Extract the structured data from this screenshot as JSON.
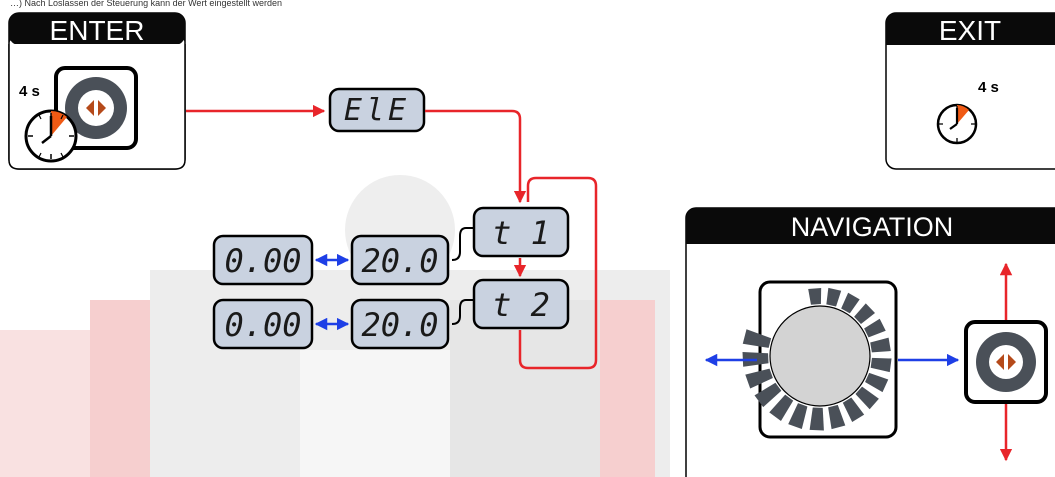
{
  "header_note": "…) Nach Loslassen der Steuerung kann der Wert eingestellt werden",
  "enter_panel": {
    "title": "ENTER",
    "hold_time": "4 s"
  },
  "exit_panel": {
    "title": "EXIT",
    "hold_time": "4 s"
  },
  "navigation_panel": {
    "title": "NAVIGATION"
  },
  "menu_display": "ElE",
  "parameters": [
    {
      "name": "t 1",
      "value": "20.0",
      "min": "0.00"
    },
    {
      "name": "t 2",
      "value": "20.0",
      "min": "0.00"
    }
  ],
  "colors": {
    "flow_arrow": "#e8252a",
    "value_arrow": "#1e3fe6",
    "panel_header": "#0a0a0a",
    "display_bg": "#c9d2e0",
    "button_orange": "#b54a1a",
    "button_ring": "#4a5058",
    "watermark": "#e3e3e3",
    "watermark_red": "#f6cfcf"
  },
  "icons": {
    "enter": [
      "knob-button-icon",
      "clock-icon"
    ],
    "exit": [
      "clock-icon"
    ],
    "navigation": [
      "rotary-knob-icon",
      "knob-button-icon"
    ]
  }
}
